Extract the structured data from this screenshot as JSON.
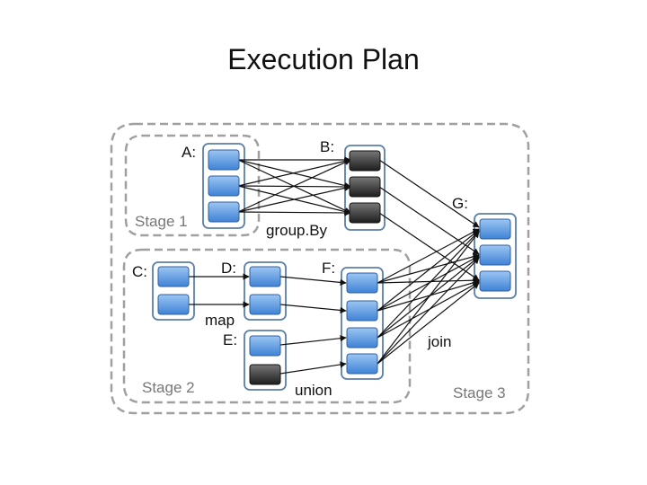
{
  "title": "Execution Plan",
  "stages": [
    "Stage 1",
    "Stage 2",
    "Stage 3"
  ],
  "datasets": {
    "A": "A:",
    "B": "B:",
    "C": "C:",
    "D": "D:",
    "E": "E:",
    "F": "F:",
    "G": "G:"
  },
  "operations": {
    "groupBy": "group.By",
    "map": "map",
    "union": "union",
    "join": "join"
  },
  "colors": {
    "partition_normal": "#4a8fde",
    "partition_cached": "#333333",
    "group_border": "#5b7fa8",
    "stage_border": "#999999"
  }
}
